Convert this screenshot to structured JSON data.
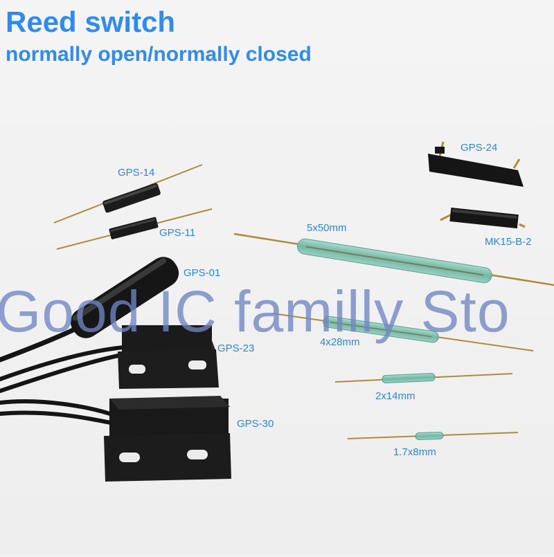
{
  "header": {
    "title": "Reed switch",
    "subtitle": "normally open/normally closed"
  },
  "watermark": "Good IC familly Sto",
  "labels": {
    "gps14": "GPS-14",
    "gps11": "GPS-11",
    "gps01": "GPS-01",
    "gps23": "GPS-23",
    "gps30": "GPS-30",
    "gps24": "GPS-24",
    "mk15": "MK15-B-2",
    "reed5x50": "5x50mm",
    "reed4x28": "4x28mm",
    "reed2x14": "2x14mm",
    "reed17x8": "1.7x8mm"
  },
  "colors": {
    "label": "#2b86e6",
    "title": "#2f8cef",
    "watermark": "#6f86c3",
    "plastic": "#1b1b1b",
    "glass": "#7dc3b1",
    "lead": "#b08a3a"
  }
}
